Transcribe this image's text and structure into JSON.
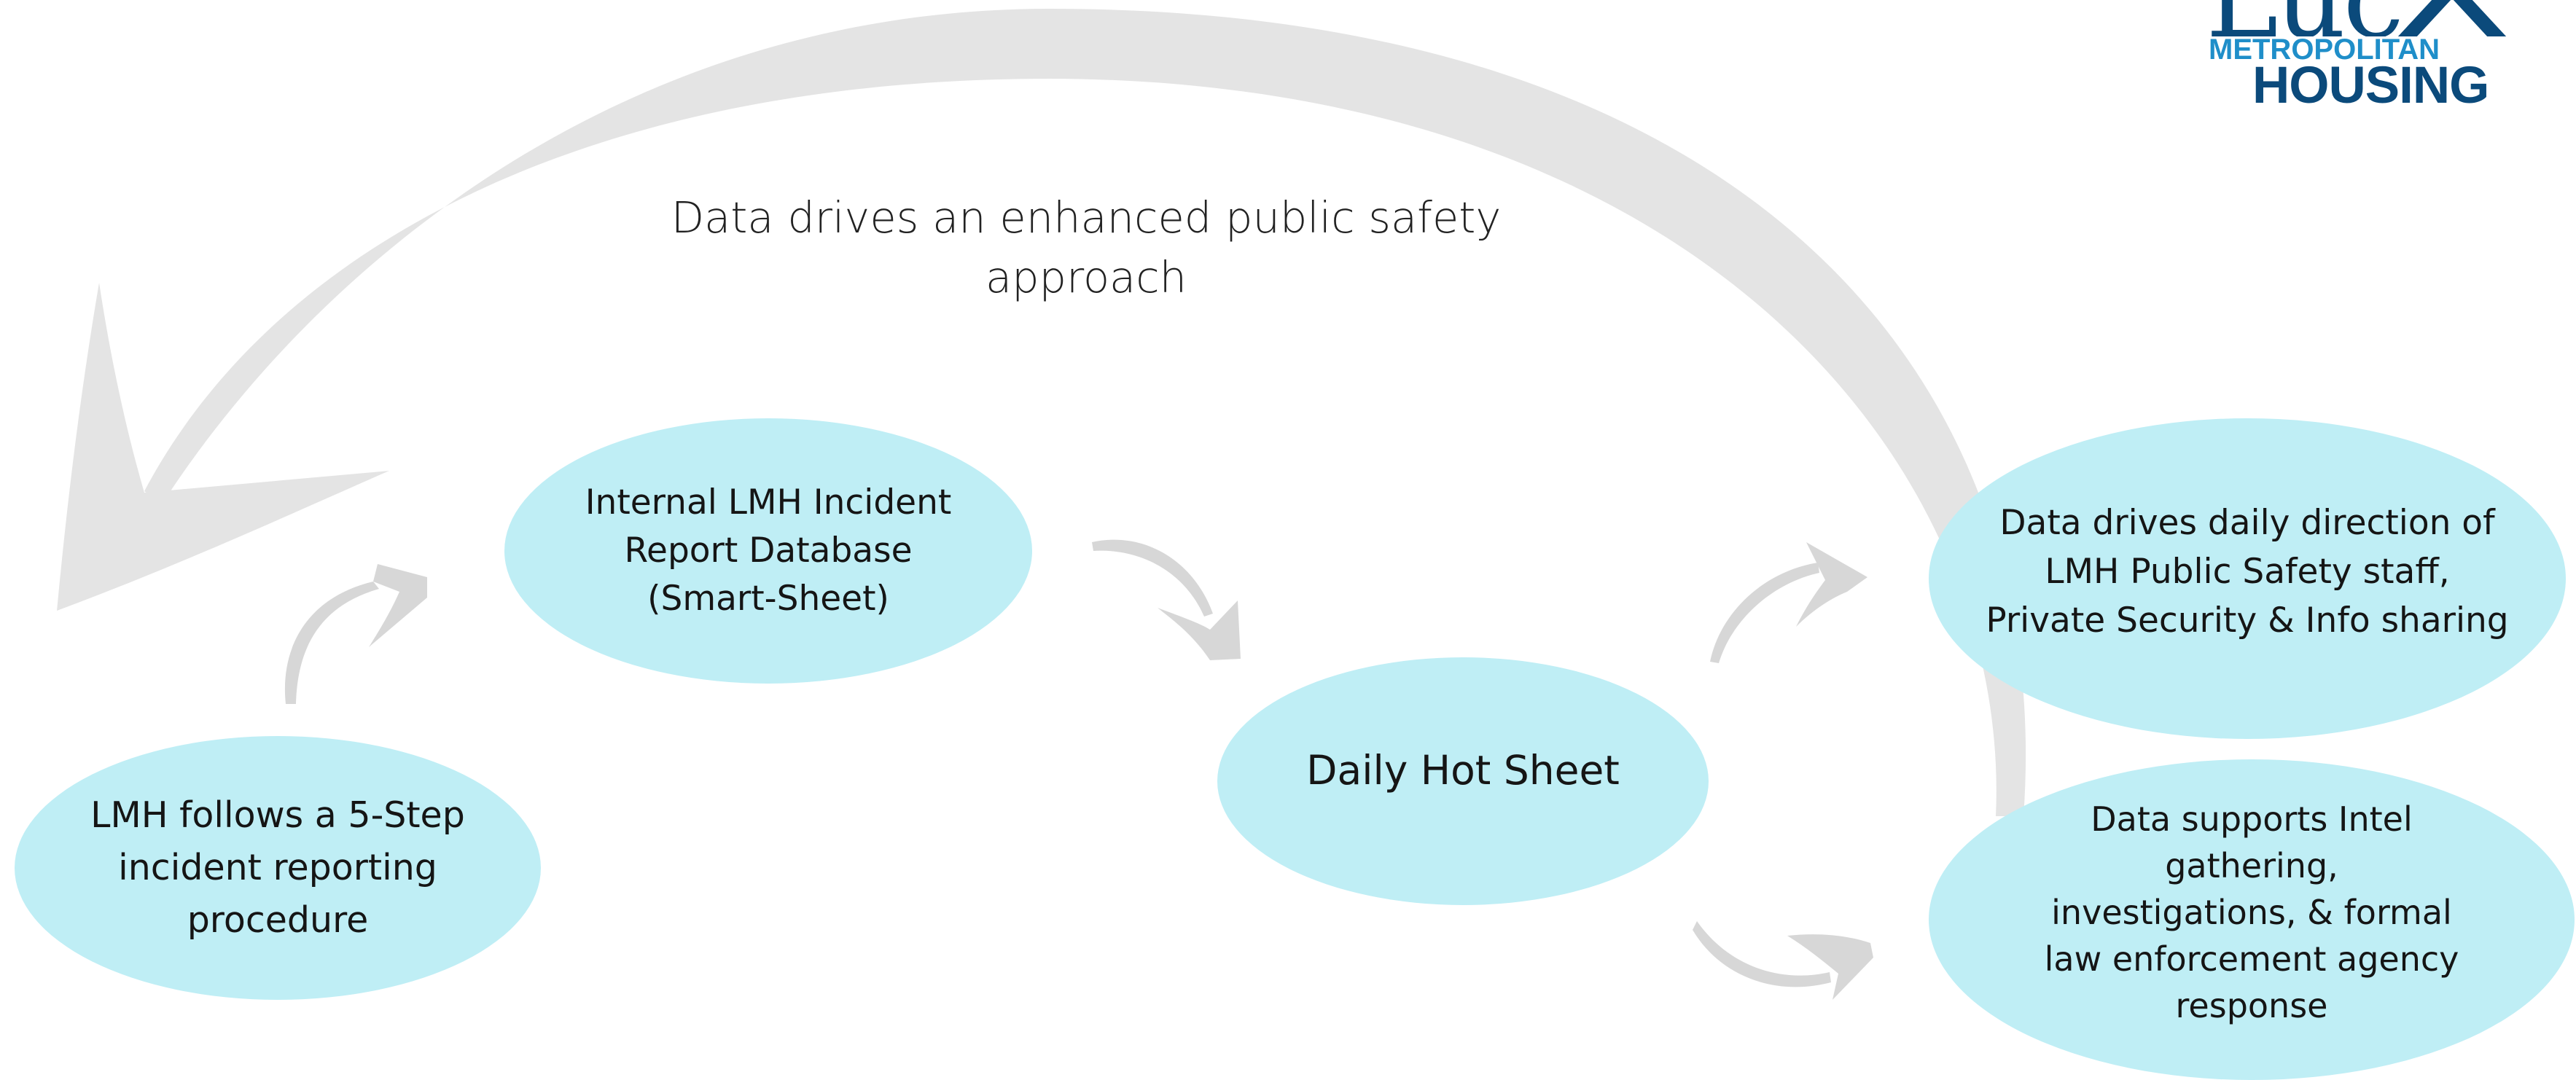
{
  "headline": "Data drives an enhanced public safety approach",
  "logo": {
    "name_partial": "Luc",
    "line_metropolitan": "METROPOLITAN",
    "line_housing": "HOUSING"
  },
  "nodes": {
    "procedure": "LMH follows a 5-Step incident reporting procedure",
    "database": "Internal LMH Incident Report Database (Smart-Sheet)",
    "hot_sheet": "Daily Hot Sheet",
    "direction": "Data drives daily direction of LMH Public Safety staff, Private Security & Info sharing",
    "intel": "Data supports Intel gathering, investigations, & formal law enforcement agency response"
  },
  "colors": {
    "node_fill": "#bfeef5",
    "arrow_fill": "#d9d9d9",
    "big_arrow_fill": "#e3e3e3",
    "logo_dark": "#0b4a7b",
    "logo_light": "#1f8ec9"
  }
}
